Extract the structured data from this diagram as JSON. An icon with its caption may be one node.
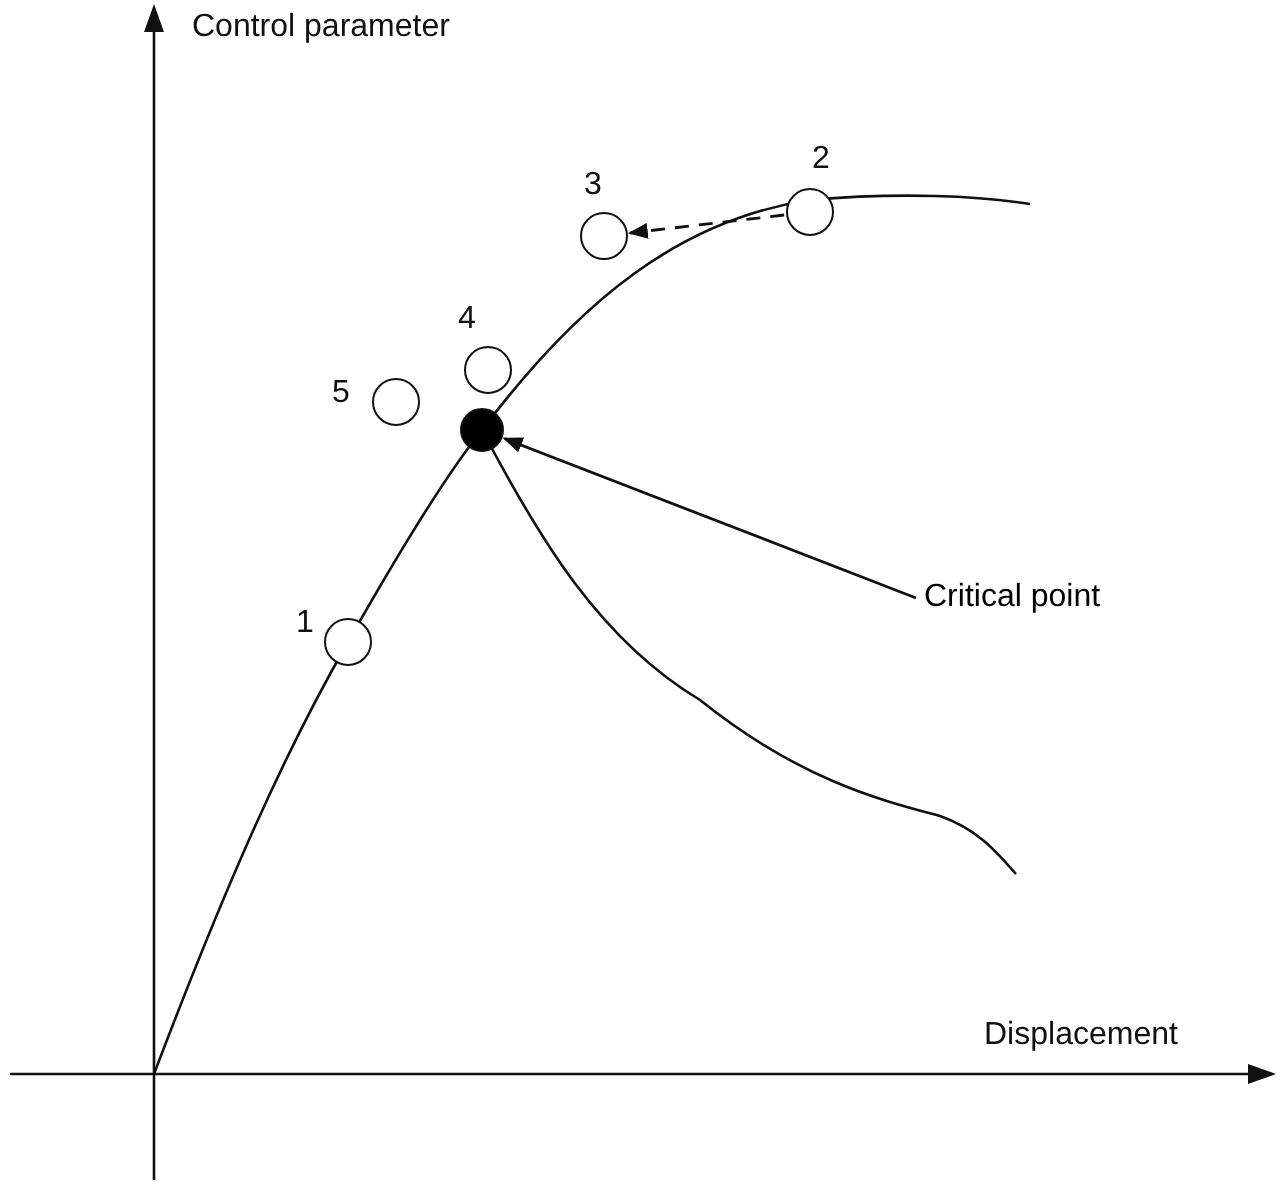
{
  "diagram": {
    "nodes": [
      {
        "text": [],
        "shape": "circle",
        "beside": [
          "2"
        ]
      },
      {
        "text": [],
        "shape": "circle",
        "beside": [
          "3"
        ]
      },
      {
        "text": [],
        "shape": "circle",
        "beside": [
          "4"
        ]
      },
      {
        "text": [],
        "shape": "circle",
        "beside": [
          "5"
        ]
      },
      {
        "text": [],
        "shape": "circle"
      },
      {
        "text": [
          "Critical point"
        ]
      },
      {
        "text": [],
        "shape": "circle",
        "beside": [
          "1"
        ]
      }
    ],
    "edges": [
      {
        "from": 0,
        "to": 1,
        "arrow": "to",
        "style": "dashed"
      },
      {
        "from": 5,
        "to": 4,
        "arrow": "to"
      }
    ],
    "labels": [
      "Control parameter",
      "Displacement"
    ]
  }
}
